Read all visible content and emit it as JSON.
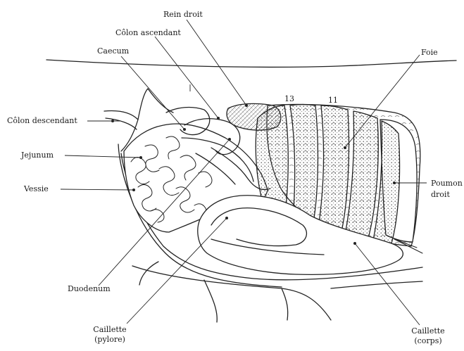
{
  "labels": {
    "rein_droit": "Rein droit",
    "colon_ascendant": "Côlon ascendant",
    "caecum": "Caecum",
    "foie": "Foie",
    "colon_descendant": "Côlon descendant",
    "jejunum": "Jejunum",
    "vessie": "Vessie",
    "poumon_droit_1": "Poumon",
    "poumon_droit_2": "droit",
    "duodenum": "Duodenum",
    "caillette_pylore_1": "Caillette",
    "caillette_pylore_2": "(pylore)",
    "caillette_corps_1": "Caillette",
    "caillette_corps_2": "(corps)",
    "rib_13": "13",
    "rib_11": "11"
  }
}
